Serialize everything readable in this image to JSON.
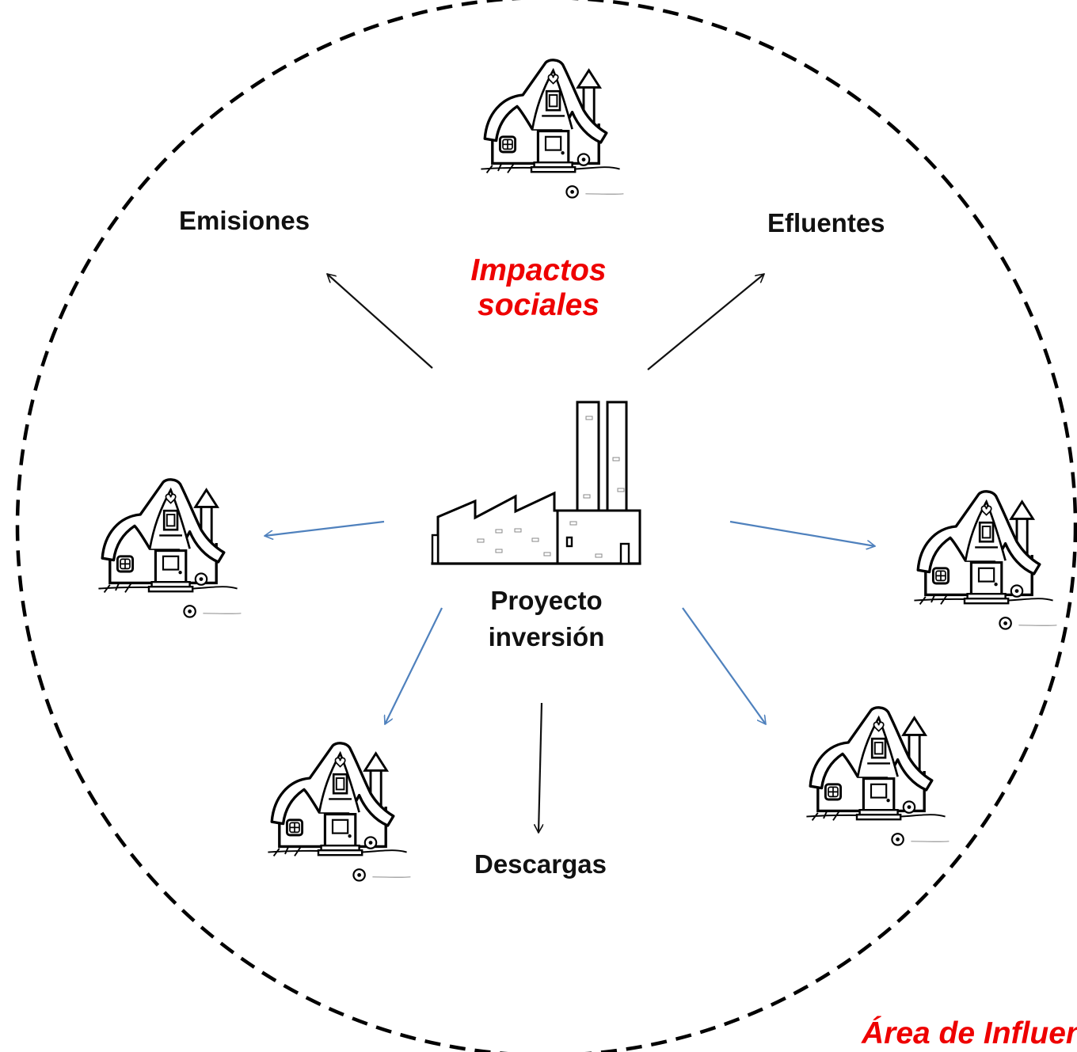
{
  "labels": {
    "emissions": "Emisiones",
    "effluents": "Efluentes",
    "discharges": "Descargas",
    "social_line1": "Impactos",
    "social_line2": "sociales",
    "project_line1": "Proyecto",
    "project_line2": "inversión",
    "area": "Área de Influencia"
  },
  "colors": {
    "social_red": "#ee0000",
    "blue_arrow": "#4f81bd",
    "black": "#111111"
  },
  "icons": {
    "house": "house-icon",
    "factory": "factory-icon"
  }
}
